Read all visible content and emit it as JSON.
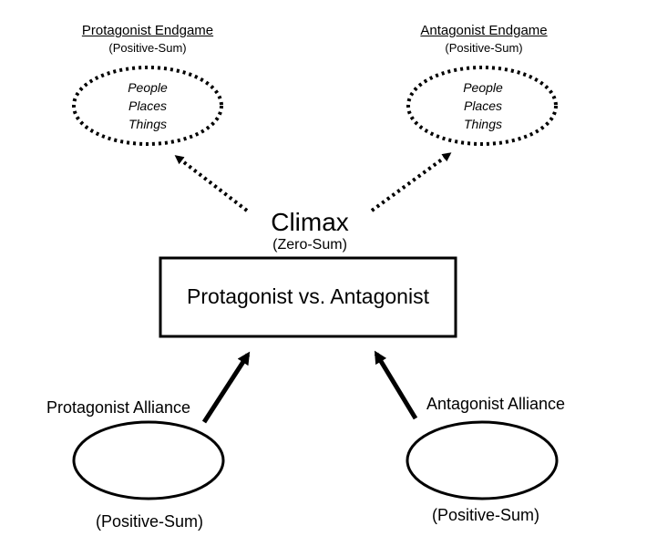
{
  "protagonist_endgame": {
    "title": "Protagonist Endgame",
    "subtitle": "(Positive-Sum)",
    "items": [
      "People",
      "Places",
      "Things"
    ]
  },
  "antagonist_endgame": {
    "title": "Antagonist Endgame",
    "subtitle": "(Positive-Sum)",
    "items": [
      "People",
      "Places",
      "Things"
    ]
  },
  "climax": {
    "title": "Climax",
    "subtitle": "(Zero-Sum)"
  },
  "conflict": {
    "label": "Protagonist vs. Antagonist"
  },
  "protagonist_alliance": {
    "label": "Protagonist Alliance",
    "subtitle": "(Positive-Sum)"
  },
  "antagonist_alliance": {
    "label": "Antagonist Alliance",
    "subtitle": "(Positive-Sum)"
  },
  "colors": {
    "stroke": "#000000",
    "background": "#ffffff"
  }
}
